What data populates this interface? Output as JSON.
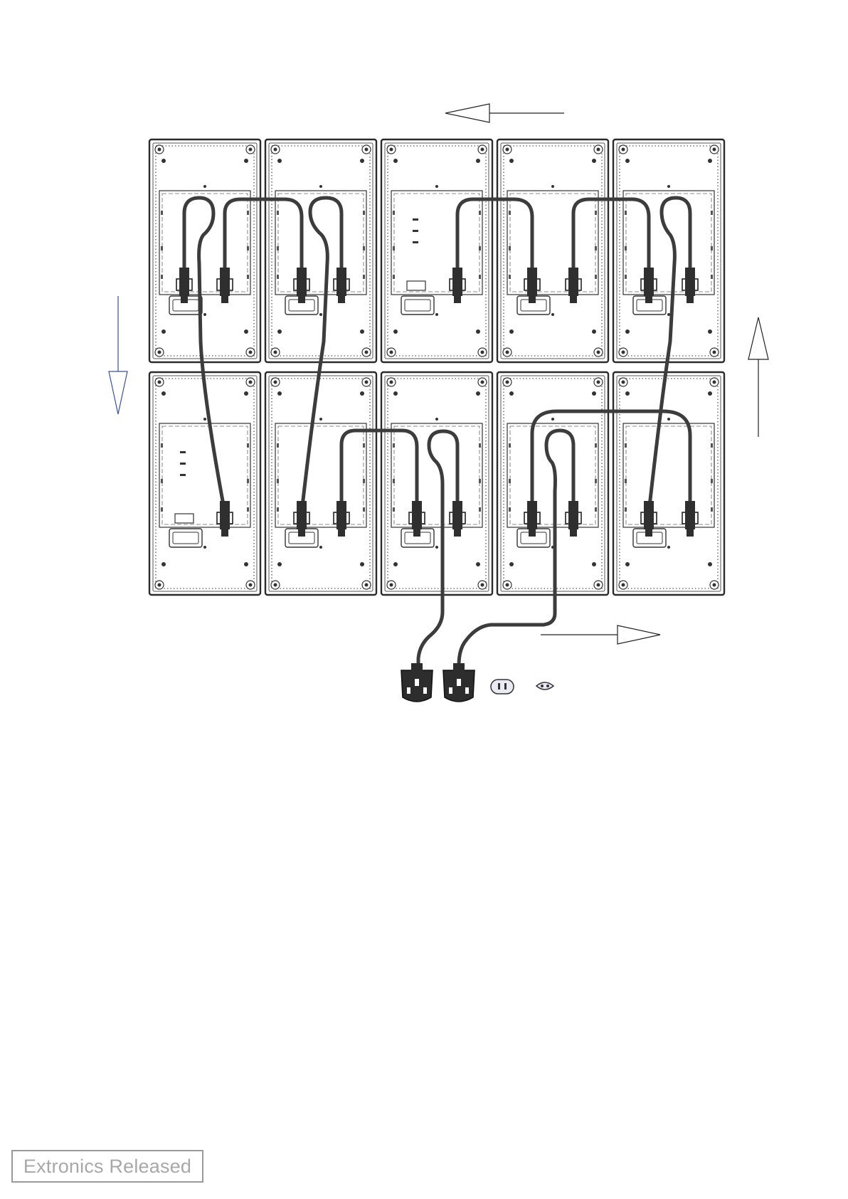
{
  "diagram": {
    "rows": 2,
    "columns": 5,
    "panel_count": 10,
    "mains_plug_count": 2,
    "colors": {
      "line": "#333333",
      "cable": "#3c3c3c",
      "arrow_down": "#3a4fa0"
    },
    "icons": [
      "arrow-left-icon",
      "arrow-down-icon",
      "arrow-up-icon",
      "arrow-right-icon",
      "uk-mains-plug-icon",
      "us-socket-icon",
      "eu-socket-icon"
    ]
  },
  "stamp": {
    "text": "Extronics Released"
  }
}
